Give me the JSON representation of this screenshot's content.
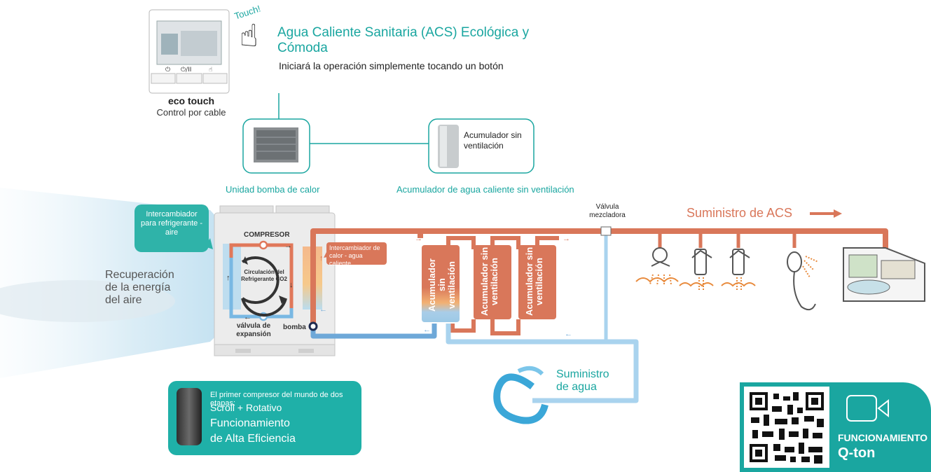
{
  "controller": {
    "touch_label": "Touch!",
    "name": "eco touch",
    "subtitle": "Control por cable"
  },
  "header": {
    "title_line1": "Agua Caliente Sanitaria (ACS) Ecológica y",
    "title_line2": "Cómoda",
    "subtitle": "Iniciará la operación simplemente tocando un botón"
  },
  "units": {
    "heat_pump_label": "Unidad bomba de calor",
    "tank_box_label": "Acumulador sin ventilación",
    "tank_caption": "Acumulador de agua caliente sin ventilación"
  },
  "diagram": {
    "air_exchanger": "Intercambiador para refrigerante - aire",
    "air_recovery": "Recuperación de la energía del aire",
    "compressor": "COMPRESOR",
    "refrigerant_cycle": "Circulación del Refrigerante CO2",
    "expansion_valve": "válvula de expansión",
    "pump": "bomba",
    "water_exchanger": "Intercambiador de calor - agua caliente",
    "tank_vertical": "Acumulador sin ventilación",
    "mixing_valve": "Válvula mezcladora",
    "supply_acs": "Suministro de ACS",
    "water_supply": "Suministro de agua"
  },
  "compressor_box": {
    "line1": "El primer compresor del mundo de dos etapas:",
    "line2": "Scroll + Rotativo",
    "line3": "Funcionamiento",
    "line4": "de Alta Eficiencia"
  },
  "qr_card": {
    "label1": "FUNCIONAMIENTO",
    "label2": "Q-ton"
  },
  "colors": {
    "teal": "#1aa6a0",
    "hot": "#d9775a",
    "cold": "#9cc9e6"
  }
}
